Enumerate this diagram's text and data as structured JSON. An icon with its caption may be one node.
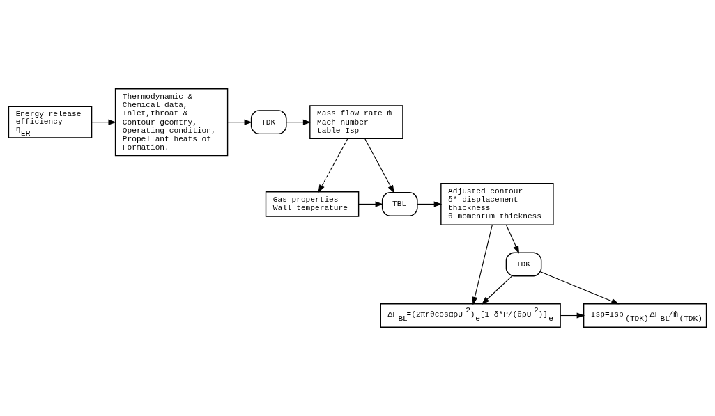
{
  "diagram": {
    "nodes": [
      {
        "text": [
          "Energy release efficiency η$_{ER}$"
        ]
      },
      {
        "text": [
          "Thermodynamic & Chemical data, Inlet,throat & Contour geomtry, Operating condition, Propellant heats of Formation."
        ]
      },
      {
        "text": [
          "TDK"
        ]
      },
      {
        "text": [
          "Mass flow rate ṁ Mach number table Isp"
        ]
      },
      {
        "text": [
          "Gas properties Wall temperature"
        ]
      },
      {
        "text": [
          "TBL"
        ]
      },
      {
        "text": [
          "Adjusted contour",
          "δ* displacement thickness",
          "θ momentum thickness"
        ]
      },
      {
        "text": [
          "ΔF$_{BL}$=(2πrθcosαρU$^{2}$)$_{e}$[1−δ*P/(θρU$^{2}$)]$_{e}$"
        ]
      },
      {
        "text": [
          "Isp=Isp$_{(TDK)}$−ΔF$_{BL}$/ṁ$_{(TDK)}$"
        ]
      },
      {
        "text": [
          "TDK"
        ]
      }
    ],
    "edges": [
      {
        "from": 0,
        "to": 1,
        "arrow": "to"
      },
      {
        "from": 1,
        "to": 2,
        "arrow": "to"
      },
      {
        "from": 2,
        "to": 3,
        "arrow": "to"
      },
      {
        "from": 3,
        "to": 4,
        "arrow": "to",
        "style": "dashed"
      },
      {
        "from": 3,
        "to": 5,
        "arrow": "to"
      },
      {
        "from": 4,
        "to": 5,
        "arrow": "to"
      },
      {
        "from": 5,
        "to": 6,
        "arrow": "to"
      },
      {
        "from": 6,
        "to": 7,
        "arrow": "to"
      },
      {
        "from": 6,
        "to": 9,
        "arrow": "to"
      },
      {
        "from": 9,
        "to": 8,
        "arrow": "to"
      },
      {
        "from": 9,
        "to": 7,
        "arrow": "to"
      },
      {
        "from": 7,
        "to": 8,
        "arrow": "to"
      }
    ]
  }
}
